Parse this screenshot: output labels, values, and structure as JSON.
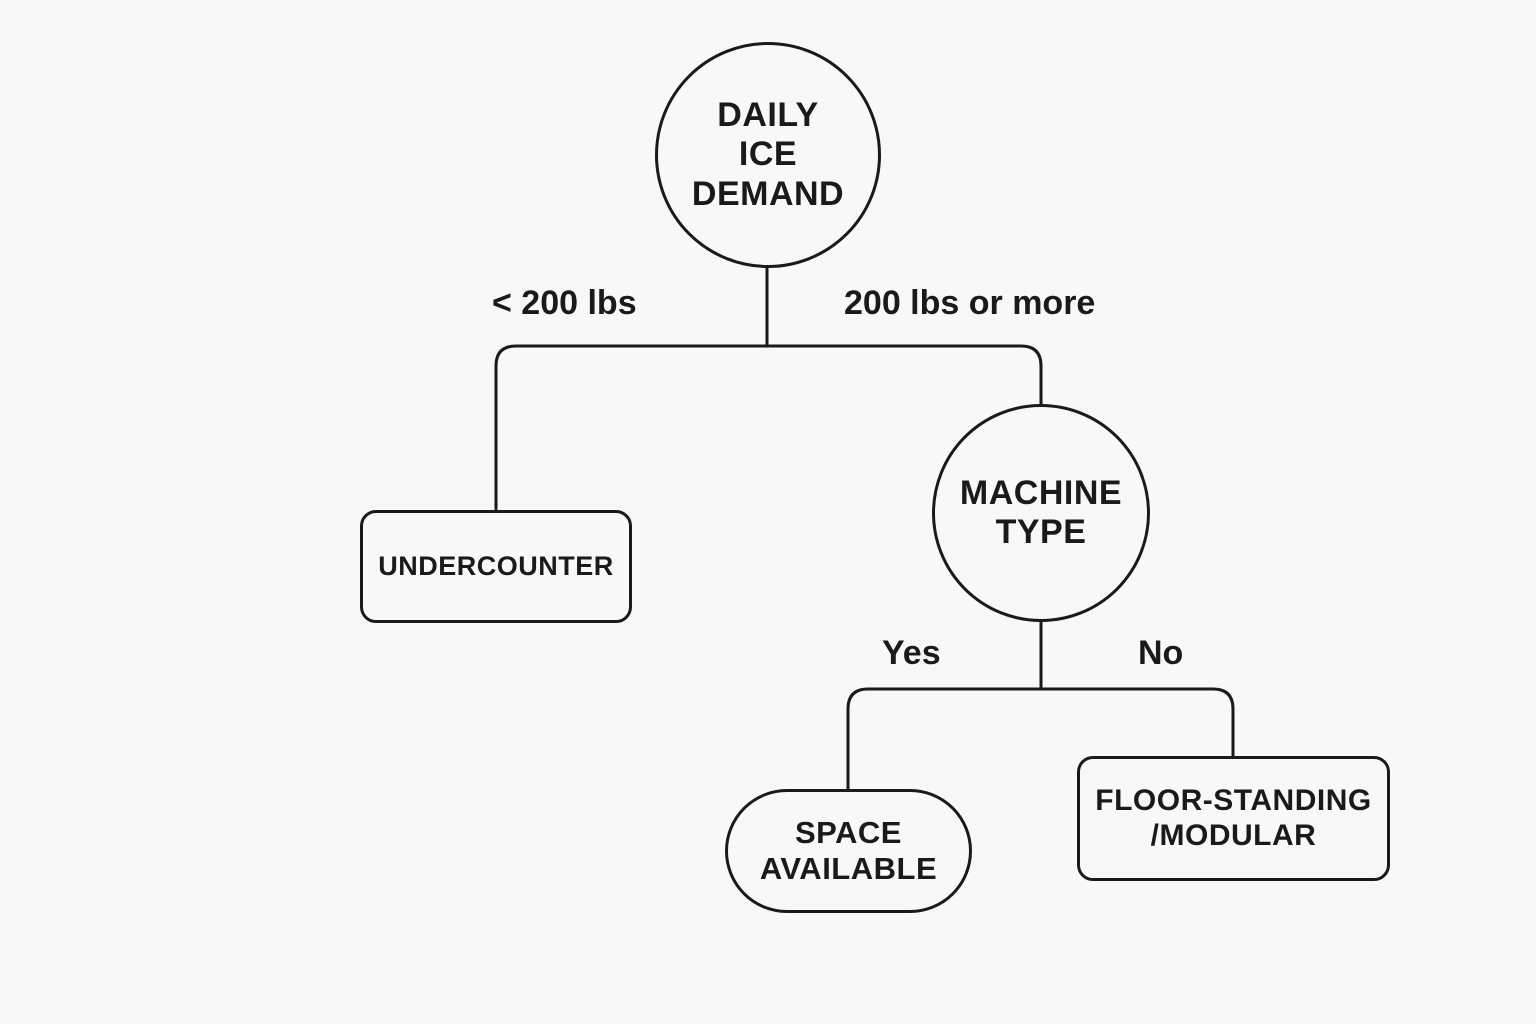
{
  "diagram": {
    "type": "decision-tree",
    "nodes": {
      "root": {
        "text": "DAILY\nICE\nDEMAND",
        "shape": "circle"
      },
      "undercounter": {
        "text": "UNDERCOUNTER",
        "shape": "rounded-rect"
      },
      "machine_type": {
        "text": "MACHINE\nTYPE",
        "shape": "circle"
      },
      "space_available": {
        "text": "SPACE\nAVAILABLE",
        "shape": "pill"
      },
      "floor_standing": {
        "text": "FLOOR-STANDING\n/MODULAR",
        "shape": "rounded-rect"
      }
    },
    "edges": {
      "root_left": {
        "label": "< 200 lbs",
        "from": "root",
        "to": "undercounter"
      },
      "root_right": {
        "label": "200 lbs or more",
        "from": "root",
        "to": "machine_type"
      },
      "mt_left": {
        "label": "Yes",
        "from": "machine_type",
        "to": "space_available"
      },
      "mt_right": {
        "label": "No",
        "from": "machine_type",
        "to": "floor_standing"
      }
    },
    "colors": {
      "stroke": "#1a1a1a",
      "background": "#f8f8f8",
      "text": "#1a1a1a"
    }
  }
}
